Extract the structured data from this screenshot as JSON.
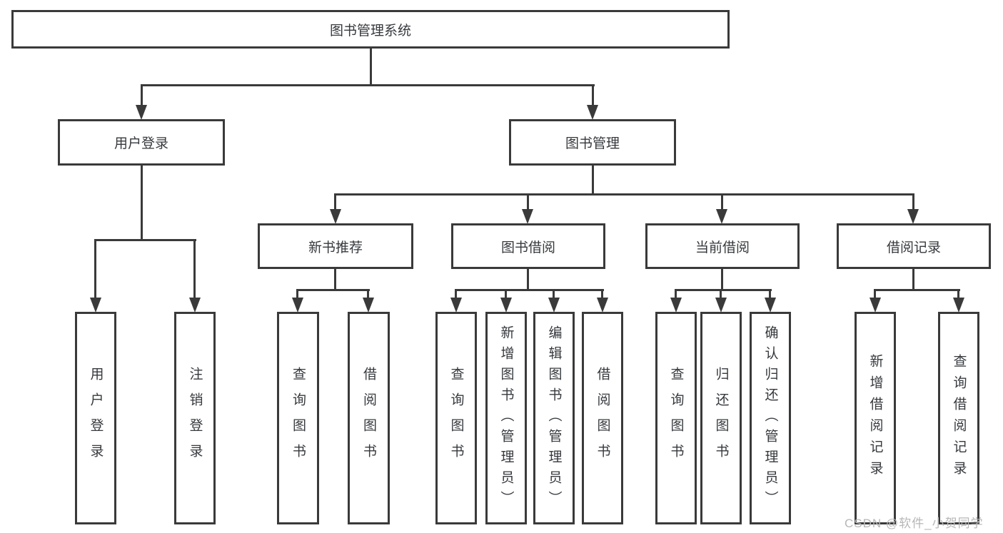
{
  "tree": {
    "label": "图书管理系统",
    "children": [
      {
        "label": "用户登录",
        "children": [
          {
            "label": "用户登录"
          },
          {
            "label": "注销登录"
          }
        ]
      },
      {
        "label": "图书管理",
        "children": [
          {
            "label": "新书推荐",
            "children": [
              {
                "label": "查询图书"
              },
              {
                "label": "借阅图书"
              }
            ]
          },
          {
            "label": "图书借阅",
            "children": [
              {
                "label": "查询图书"
              },
              {
                "label": "新增图书（管理员）"
              },
              {
                "label": "编辑图书（管理员）"
              },
              {
                "label": "借阅图书"
              }
            ]
          },
          {
            "label": "当前借阅",
            "children": [
              {
                "label": "查询图书"
              },
              {
                "label": "归还图书"
              },
              {
                "label": "确认归还（管理员）"
              }
            ]
          },
          {
            "label": "借阅记录",
            "children": [
              {
                "label": "新增借阅记录"
              },
              {
                "label": "查询借阅记录"
              }
            ]
          }
        ]
      }
    ]
  },
  "watermark": {
    "text": "CSDN @软件_小贺同学"
  },
  "colors": {
    "line": "#3a3a3a",
    "text": "#36393d",
    "watermark": "#b7b7b7",
    "background": "#ffffff"
  }
}
